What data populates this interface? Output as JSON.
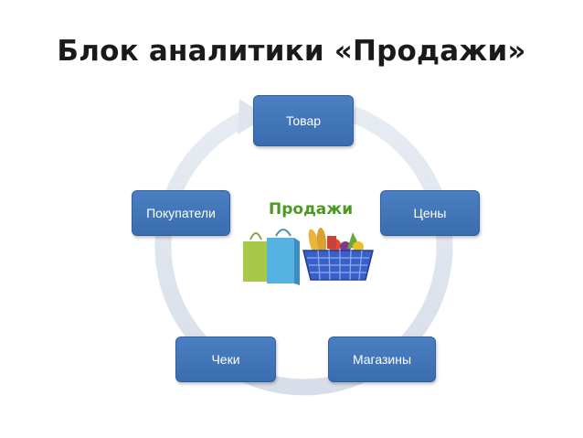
{
  "title": "Блок аналитики «Продажи»",
  "center": {
    "label": "Продажи"
  },
  "nodes": [
    {
      "id": "tovar",
      "label": "Товар"
    },
    {
      "id": "ceny",
      "label": "Цены"
    },
    {
      "id": "magaziny",
      "label": "Магазины"
    },
    {
      "id": "cheki",
      "label": "Чеки"
    },
    {
      "id": "pokupateli",
      "label": "Покупатели"
    }
  ],
  "colors": {
    "node_fill": "#4a7fc2",
    "ring": "#dfe5ef",
    "center_text": "#4a9a22"
  },
  "icons": [
    "shopping-bags-icon",
    "grocery-basket-icon"
  ]
}
